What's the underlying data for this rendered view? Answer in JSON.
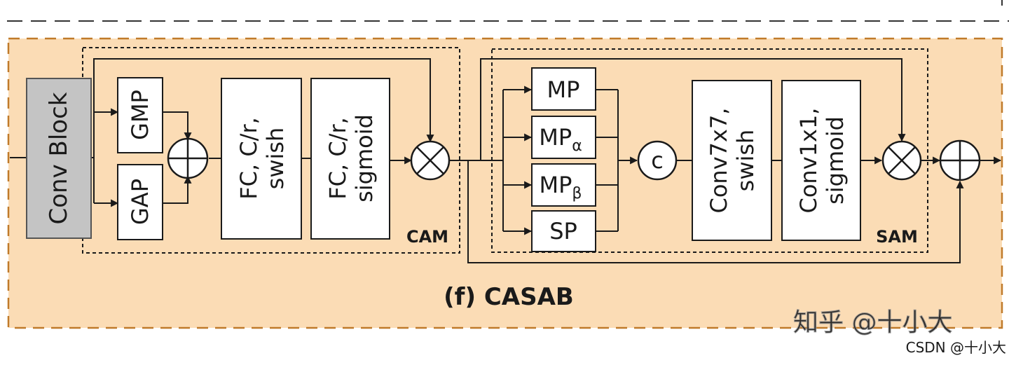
{
  "diagram": {
    "title": "(f) CASAB",
    "input_block": "Conv Block",
    "cam": {
      "label": "CAM",
      "pool_top": "GMP",
      "pool_bottom": "GAP",
      "fc1": [
        "FC, C/r,",
        "swish"
      ],
      "fc2": [
        "FC, C/r,",
        "sigmoid"
      ]
    },
    "sam": {
      "label": "SAM",
      "pools": [
        {
          "main": "MP",
          "sub": ""
        },
        {
          "main": "MP",
          "sub": "α"
        },
        {
          "main": "MP",
          "sub": "β"
        },
        {
          "main": "SP",
          "sub": ""
        }
      ],
      "concat": "c",
      "conv1": [
        "Conv7x7,",
        "swish"
      ],
      "conv2": [
        "Conv1x1,",
        "sigmoid"
      ]
    },
    "colors": {
      "background": "#fbdcb5",
      "conv_block": "#c4c4c4",
      "dash_border": "#c07a2a",
      "line": "#1a1a1a"
    }
  },
  "watermark": {
    "main": "知乎 @十小大",
    "sub": "CSDN @十小大"
  }
}
